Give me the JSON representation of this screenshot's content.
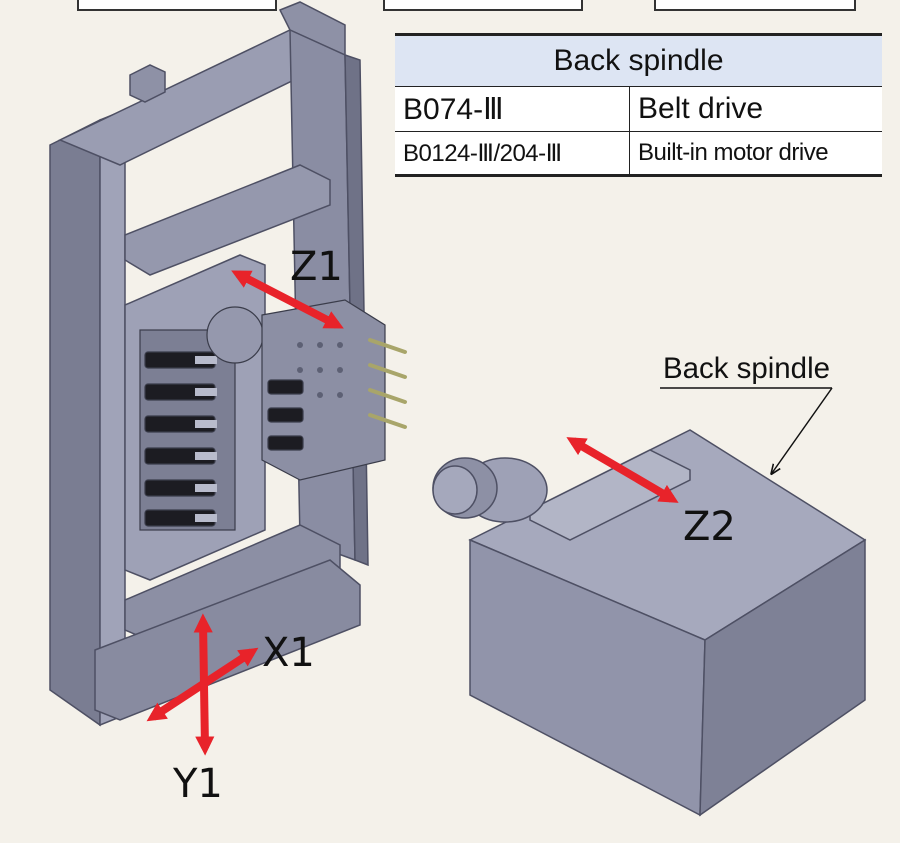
{
  "table": {
    "header": "Back spindle",
    "rows": [
      {
        "model": "B074-Ⅲ",
        "drive": "Belt drive"
      },
      {
        "model": "B0124-Ⅲ/204-Ⅲ",
        "drive": "Built-in motor drive"
      }
    ]
  },
  "axes": {
    "z1": "Z1",
    "z2": "Z2",
    "x1": "X1",
    "y1": "Y1"
  },
  "callout": {
    "text": "Back spindle"
  },
  "colors": {
    "background": "#f4f1ea",
    "arrow": "#e8232a",
    "machine": "#8a8ea5",
    "table_header": "#dde5f3"
  }
}
